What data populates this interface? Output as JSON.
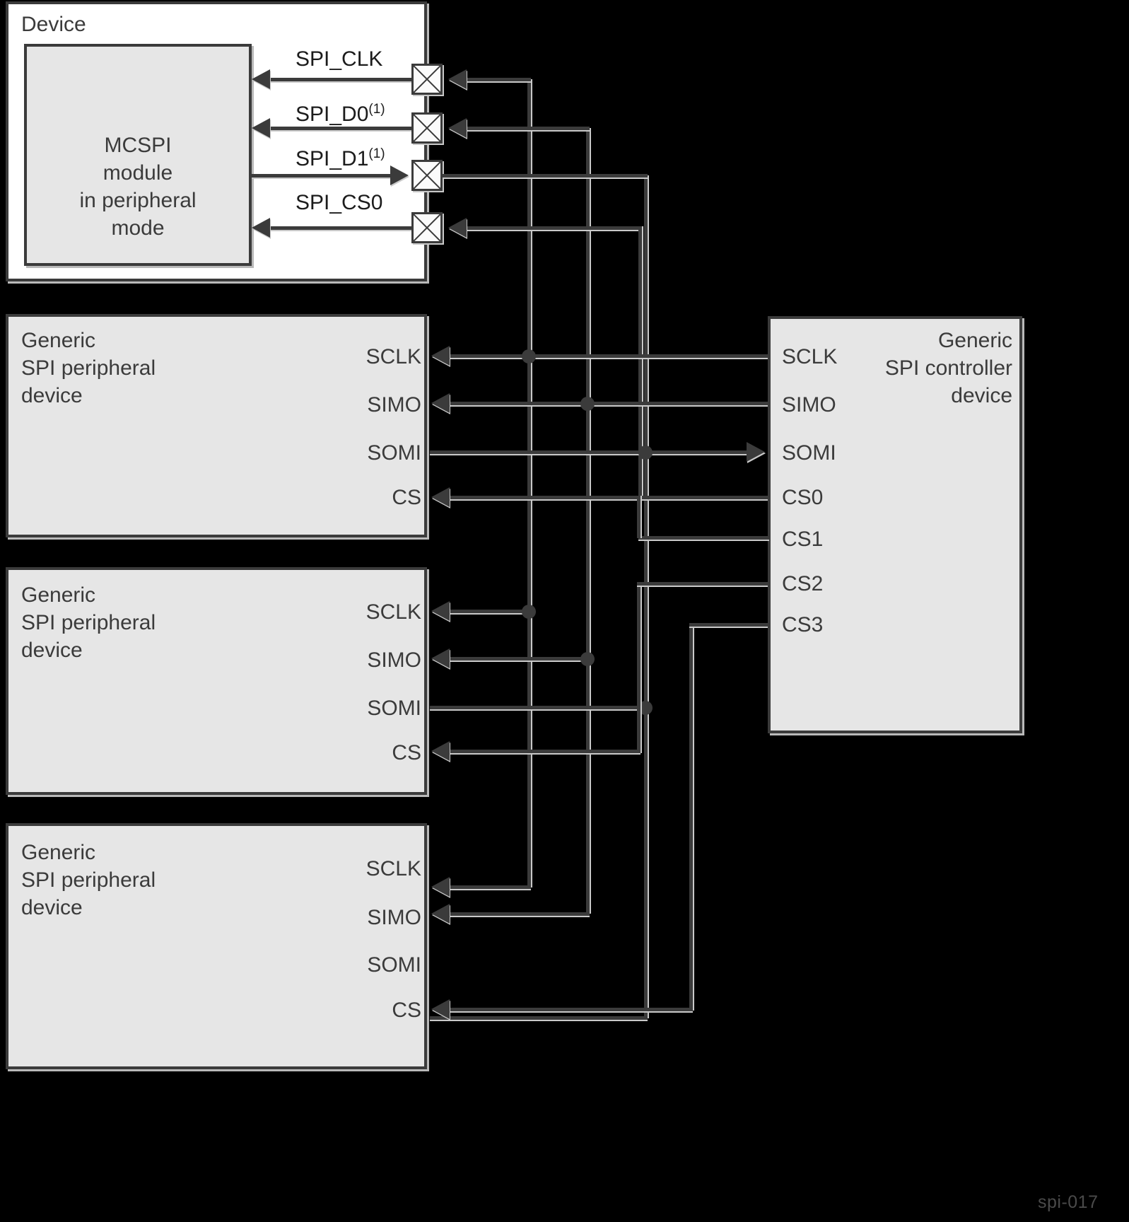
{
  "diagram": {
    "watermark": "spi-017",
    "colors": {
      "background": "#000000",
      "box_fill_white": "#ffffff",
      "box_fill_grey": "#e6e6e6",
      "stroke": "#3b3b3b",
      "highlight": "#c9c9c9",
      "text": "#3b3b3b"
    }
  },
  "device_box": {
    "title": "Device",
    "module": {
      "label": "MCSPI\nmodule\nin peripheral\nmode"
    },
    "signals": [
      {
        "name": "SPI_CLK",
        "superscript": "",
        "direction": "in"
      },
      {
        "name": "SPI_D0",
        "superscript": "(1)",
        "direction": "in"
      },
      {
        "name": "SPI_D1",
        "superscript": "(1)",
        "direction": "out"
      },
      {
        "name": "SPI_CS0",
        "superscript": "",
        "direction": "in"
      }
    ],
    "pads": [
      {
        "name": "pad-spi-clk"
      },
      {
        "name": "pad-spi-d0"
      },
      {
        "name": "pad-spi-d1"
      },
      {
        "name": "pad-spi-cs0"
      }
    ]
  },
  "peripherals": [
    {
      "title": "Generic\nSPI peripheral\ndevice",
      "pins": [
        "SCLK",
        "SIMO",
        "SOMI",
        "CS"
      ]
    },
    {
      "title": "Generic\nSPI peripheral\ndevice",
      "pins": [
        "SCLK",
        "SIMO",
        "SOMI",
        "CS"
      ]
    },
    {
      "title": "Generic\nSPI peripheral\ndevice",
      "pins": [
        "SCLK",
        "SIMO",
        "SOMI",
        "CS"
      ]
    }
  ],
  "controller": {
    "title": "Generic\nSPI controller\ndevice",
    "pins": [
      "SCLK",
      "SIMO",
      "SOMI",
      "CS0",
      "CS1",
      "CS2",
      "CS3"
    ]
  }
}
